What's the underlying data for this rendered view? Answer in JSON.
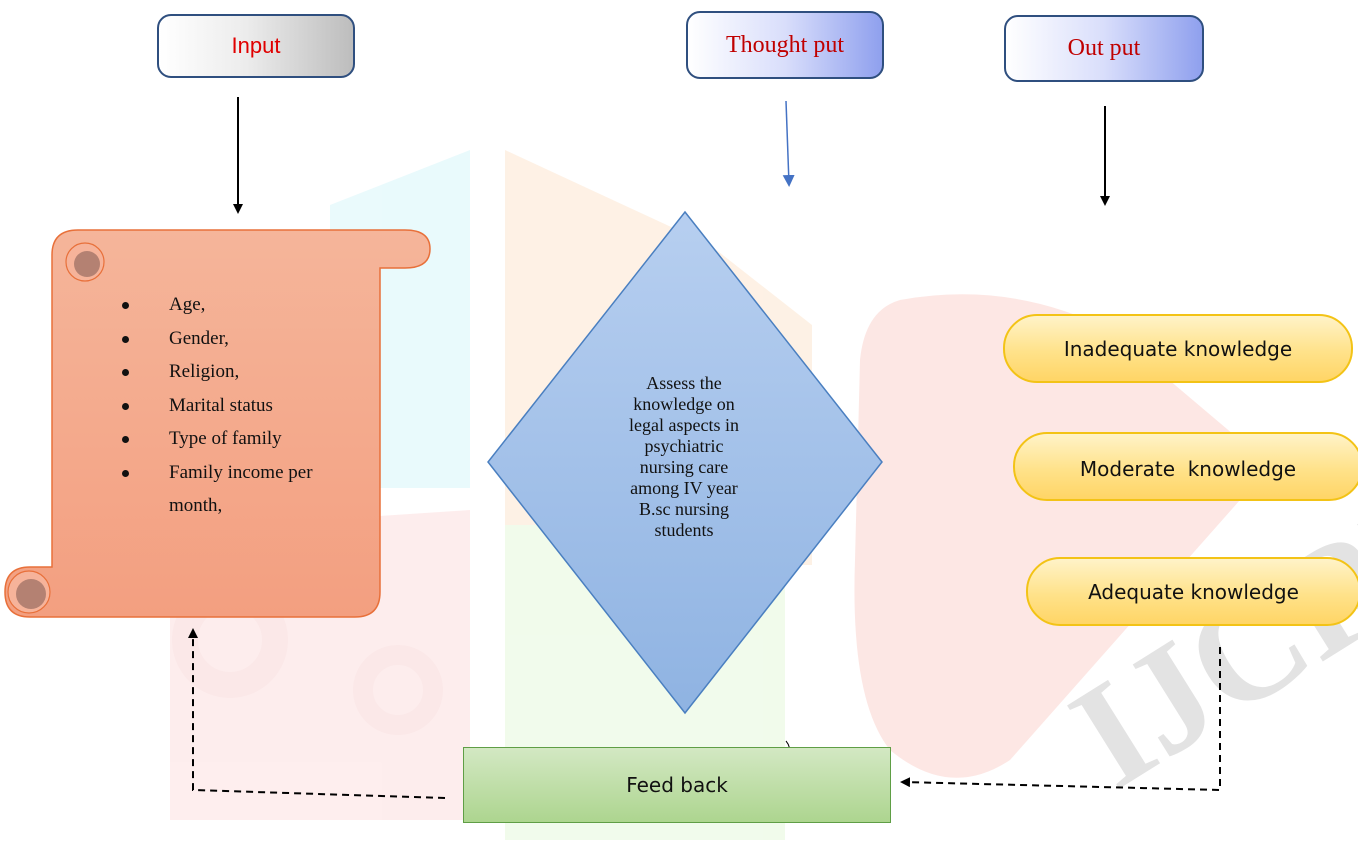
{
  "headers": {
    "input": "Input",
    "throughput": "Thought put",
    "output": "Out put"
  },
  "input_items": [
    "Age,",
    "Gender,",
    "Religion,",
    "Marital status",
    "Type of family",
    "Family income per",
    "month,"
  ],
  "process_lines": [
    "Assess the",
    "knowledge on",
    "legal aspects in",
    "psychiatric",
    "nursing care",
    "among IV year",
    "B.sc nursing",
    "students"
  ],
  "outputs": [
    "Inadequate knowledge",
    "Moderate  knowledge",
    "Adequate knowledge"
  ],
  "feedback": "Feed back",
  "watermark": "IJCRT",
  "colors": {
    "header_text_red": "#e00000",
    "scroll_fill": "#f3a585",
    "scroll_stroke": "#e8703a",
    "diamond_fill": "#9ec0e8",
    "diamond_stroke": "#4a7fc0",
    "pill_border": "#f3c316",
    "feedback_fill": "#b8dba0",
    "arrow_blue": "#4472c4"
  }
}
